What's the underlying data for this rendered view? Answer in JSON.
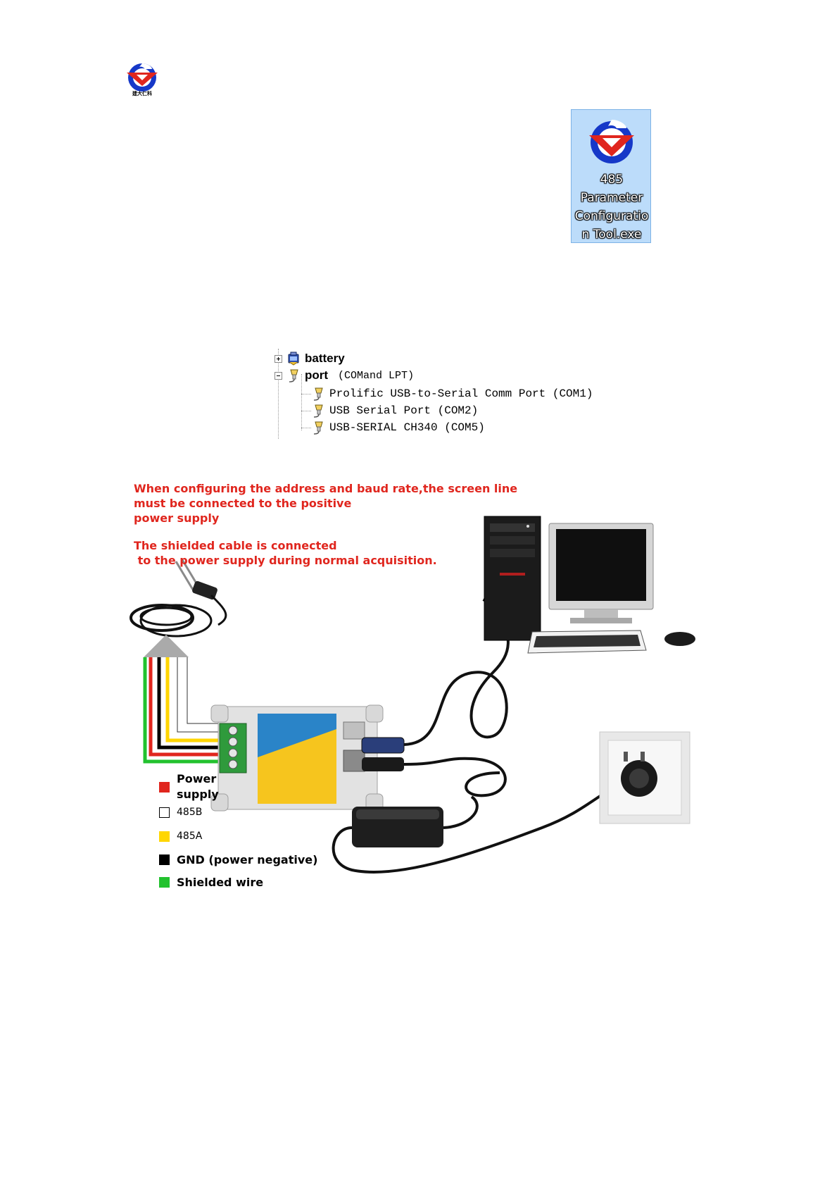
{
  "header": {
    "logo_icon": "company-logo-icon",
    "logo_caption": "建大仁科"
  },
  "desktop_icon": {
    "label_lines": [
      "485",
      "Parameter",
      "Configuratio",
      "n Tool.exe"
    ]
  },
  "device_tree": {
    "nodes": [
      {
        "label": "battery",
        "sub": "",
        "expanded": false
      },
      {
        "label": "port",
        "sub": "(COMand LPT)",
        "expanded": true
      }
    ],
    "ports": [
      "Prolific USB-to-Serial Comm Port (COM1)",
      "USB Serial Port (COM2)",
      "USB-SERIAL CH340 (COM5)"
    ]
  },
  "diagram": {
    "note_1": [
      "When configuring the address and baud rate,the screen line",
      "must be connected to the positive",
      "power supply"
    ],
    "note_2": [
      "The shielded cable is connected",
      " to the power supply during normal acquisition."
    ],
    "legend": [
      {
        "label": "Power supply",
        "color": "#e0261e"
      },
      {
        "label": "485B",
        "color": "#ffffff"
      },
      {
        "label": "485A",
        "color": "#ffd600"
      },
      {
        "label": "GND (power negative)",
        "color": "#000000"
      },
      {
        "label": "Shielded wire",
        "color": "#22c22e"
      }
    ]
  },
  "colors": {
    "brand_red": "#e0261e",
    "brand_blue": "#1638c8",
    "icon_bg": "#bcdcfa",
    "converter_blue": "#2a84c8",
    "converter_yellow": "#f6c51e",
    "terminal_green": "#2f9a3c"
  }
}
